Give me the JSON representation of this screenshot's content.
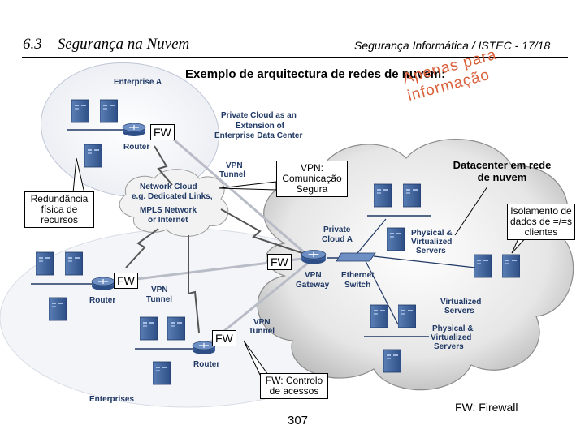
{
  "header": {
    "section_title": "6.3 – Segurança na Nuvem",
    "course_info": "Segurança Informática / ISTEC  -  17/18"
  },
  "slide": {
    "heading": "Exemplo de arquitectura de redes de nuvem:",
    "watermark": "Apenas para informação",
    "page_number": "307",
    "fw_legend": "FW: Firewall"
  },
  "diagram": {
    "labels": {
      "enterprise_a": "Enterprise A",
      "router_a": "Router",
      "private_cloud_ext_1": "Private Cloud as an",
      "private_cloud_ext_2": "Extension of",
      "private_cloud_ext_3": "Enterprise Data Center",
      "vpn_tunnel_top_1": "VPN",
      "vpn_tunnel_top_2": "Tunnel",
      "network_cloud_1": "Network Cloud",
      "network_cloud_2": "e.g. Dedicated Links,",
      "network_cloud_3": "MPLS Network",
      "network_cloud_4": "or Internet",
      "private_cloud_a_1": "Private",
      "private_cloud_a_2": "Cloud A",
      "phys_virt_1_1": "Physical &",
      "phys_virt_1_2": "Virtualized",
      "phys_virt_1_3": "Servers",
      "router_mid": "Router",
      "vpn_tunnel_mid_1": "VPN",
      "vpn_tunnel_mid_2": "Tunnel",
      "vpn_gateway_1": "VPN",
      "vpn_gateway_2": "Gateway",
      "ethernet_switch_1": "Ethernet",
      "ethernet_switch_2": "Switch",
      "virtualized_servers_1": "Virtualized",
      "virtualized_servers_2": "Servers",
      "phys_virt_2_1": "Physical &",
      "phys_virt_2_2": "Virtualized",
      "phys_virt_2_3": "Servers",
      "vpn_tunnel_bot_1": "VPN",
      "vpn_tunnel_bot_2": "Tunnel",
      "router_bot": "Router",
      "enterprises": "Enterprises"
    },
    "fw_labels": [
      "FW",
      "FW",
      "FW",
      "FW"
    ],
    "callouts": {
      "vpn_secure": [
        "VPN:",
        "Comunicação",
        "Segura"
      ],
      "redundancy": [
        "Redundância",
        "física de",
        "recursos"
      ],
      "datacenter": [
        "Datacenter em rede",
        "de nuvem"
      ],
      "isolation": [
        "Isolamento de",
        "dados de =/=s",
        "clientes"
      ],
      "access_control": [
        "FW: Controlo",
        "de acessos"
      ]
    }
  }
}
